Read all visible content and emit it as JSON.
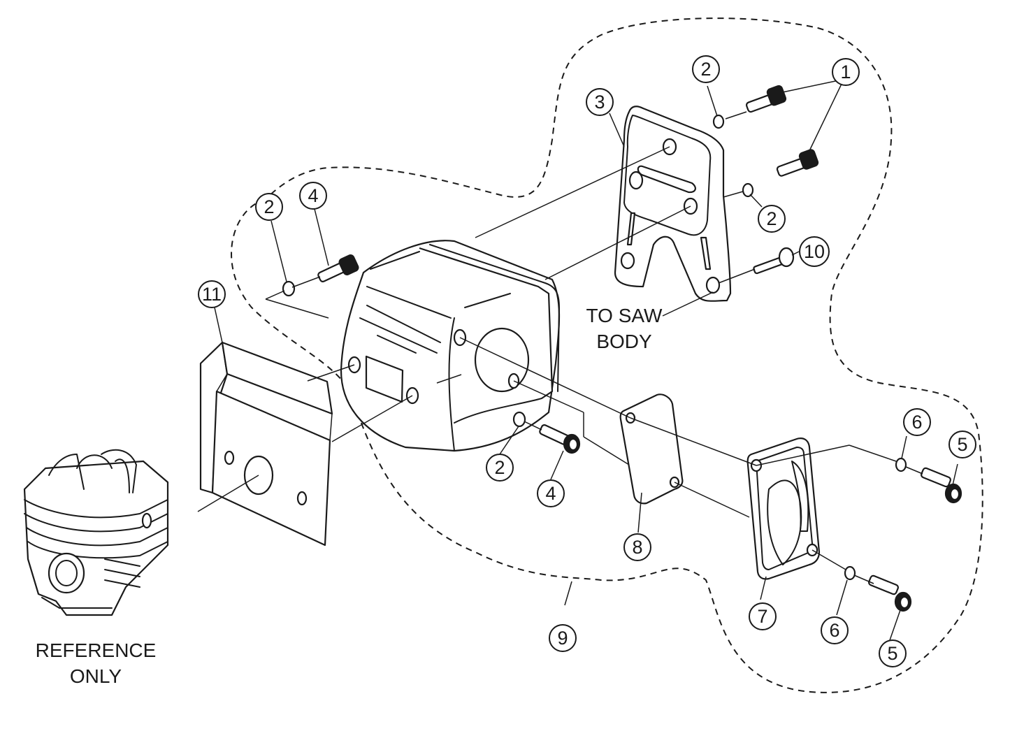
{
  "diagram": {
    "title": "Muffler assembly exploded view",
    "ink_color": "#1a1a1a",
    "background": "#ffffff",
    "callouts": [
      {
        "id": "c1",
        "label": "1"
      },
      {
        "id": "c2a",
        "label": "2"
      },
      {
        "id": "c2b",
        "label": "2"
      },
      {
        "id": "c2c",
        "label": "2"
      },
      {
        "id": "c2d",
        "label": "2"
      },
      {
        "id": "c3",
        "label": "3"
      },
      {
        "id": "c4a",
        "label": "4"
      },
      {
        "id": "c4b",
        "label": "4"
      },
      {
        "id": "c5a",
        "label": "5"
      },
      {
        "id": "c5b",
        "label": "5"
      },
      {
        "id": "c6a",
        "label": "6"
      },
      {
        "id": "c6b",
        "label": "6"
      },
      {
        "id": "c7",
        "label": "7"
      },
      {
        "id": "c8",
        "label": "8"
      },
      {
        "id": "c9",
        "label": "9"
      },
      {
        "id": "c10",
        "label": "10"
      },
      {
        "id": "c11",
        "label": "11"
      }
    ],
    "notes": {
      "to_saw_body_line1": "TO SAW",
      "to_saw_body_line2": "BODY",
      "reference_line1": "REFERENCE",
      "reference_line2": "ONLY"
    },
    "parts": [
      {
        "number": "1",
        "name": "bracket-screw"
      },
      {
        "number": "2",
        "name": "washer"
      },
      {
        "number": "3",
        "name": "muffler-bracket"
      },
      {
        "number": "4",
        "name": "muffler-screw"
      },
      {
        "number": "5",
        "name": "cover-screw"
      },
      {
        "number": "6",
        "name": "cover-washer"
      },
      {
        "number": "7",
        "name": "muffler-cover"
      },
      {
        "number": "8",
        "name": "cover-gasket"
      },
      {
        "number": "9",
        "name": "muffler-assembly"
      },
      {
        "number": "10",
        "name": "bracket-bolt"
      },
      {
        "number": "11",
        "name": "heat-shield"
      }
    ]
  }
}
